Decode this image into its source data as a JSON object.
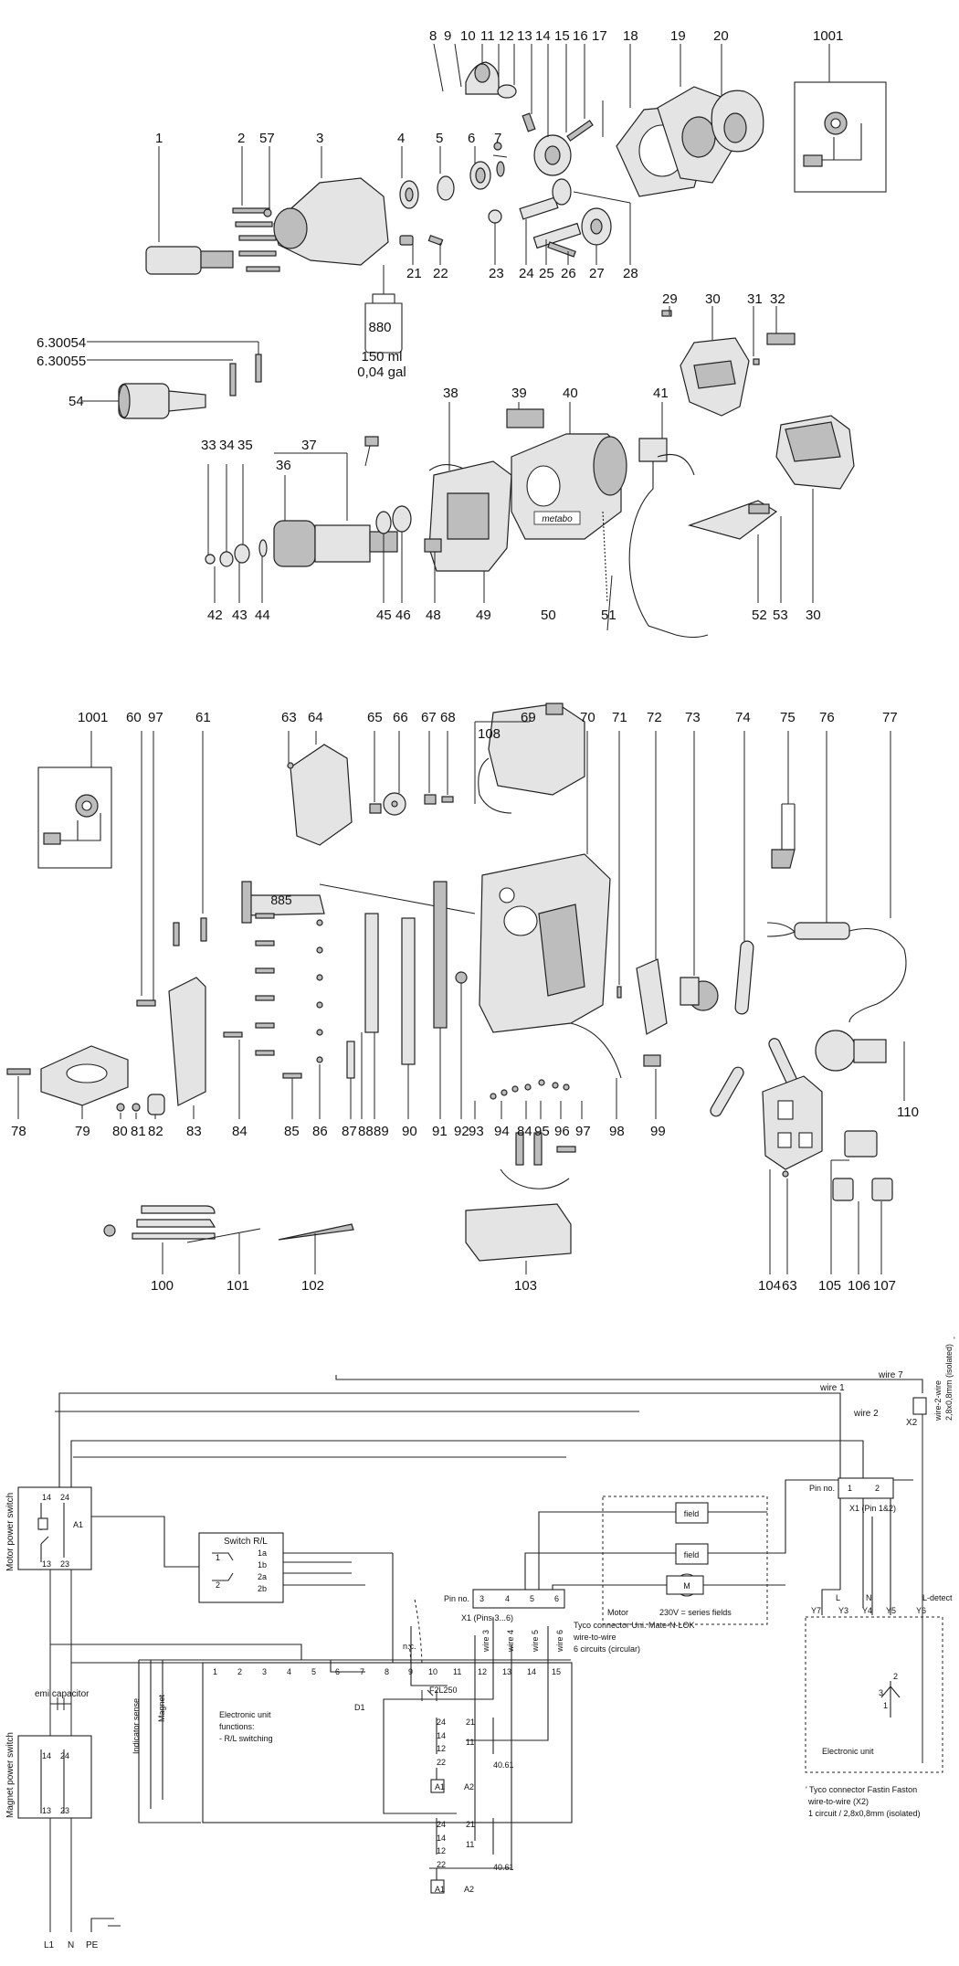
{
  "labels": {
    "p8": "8",
    "p9": "9",
    "p10": "10",
    "p11": "11",
    "p12": "12",
    "p13": "13",
    "p14": "14",
    "p15": "15",
    "p16": "16",
    "p17": "17",
    "p18": "18",
    "p19": "19",
    "p20": "20",
    "p1001a": "1001",
    "p1": "1",
    "p2": "2",
    "p57": "57",
    "p3": "3",
    "p4": "4",
    "p5": "5",
    "p6": "6",
    "p7": "7",
    "p21": "21",
    "p22": "22",
    "p23": "23",
    "p24": "24",
    "p25": "25",
    "p26": "26",
    "p27": "27",
    "p28": "28",
    "p29": "29",
    "p30a": "30",
    "p31": "31",
    "p32": "32",
    "p630054": "6.30054",
    "p630055": "6.30055",
    "p54": "54",
    "p33": "33",
    "p34": "34",
    "p35": "35",
    "p37": "37",
    "p36": "36",
    "p38": "38",
    "p39": "39",
    "p40": "40",
    "p41": "41",
    "p42": "42",
    "p43": "43",
    "p44": "44",
    "p45": "45",
    "p46": "46",
    "p48": "48",
    "p49": "49",
    "p50": "50",
    "p51": "51",
    "p52": "52",
    "p53": "53",
    "p30b": "30",
    "p1001b": "1001",
    "p60": "60",
    "p97a": "97",
    "p61": "61",
    "p63a": "63",
    "p64": "64",
    "p65": "65",
    "p66": "66",
    "p67": "67",
    "p68": "68",
    "p69": "69",
    "p108": "108",
    "p70": "70",
    "p71": "71",
    "p72": "72",
    "p73": "73",
    "p74": "74",
    "p75": "75",
    "p76": "76",
    "p77": "77",
    "p78": "78",
    "p79": "79",
    "p80": "80",
    "p81": "81",
    "p82": "82",
    "p83": "83",
    "p84a": "84",
    "p85": "85",
    "p86": "86",
    "p87": "87",
    "p88": "88",
    "p89": "89",
    "p90": "90",
    "p91": "91",
    "p92": "92",
    "p93": "93",
    "p94": "94",
    "p84b": "84",
    "p95": "95",
    "p96": "96",
    "p97b": "97",
    "p98": "98",
    "p99": "99",
    "p110": "110",
    "p100": "100",
    "p101": "101",
    "p102": "102",
    "p103": "103",
    "p104": "104",
    "p63b": "63",
    "p105": "105",
    "p106": "106",
    "p107": "107"
  },
  "grease_880": {
    "code": "880",
    "volume_ml": "150 ml",
    "volume_gal": "0,04 gal"
  },
  "grease_885": {
    "code": "885"
  },
  "housing_brand": "metabo",
  "schematic": {
    "wire7": "wire 7",
    "wire1": "wire 1",
    "wire2": "wire 2",
    "x2": "X2",
    "wire2wire": "wire-2-wire",
    "wire2wire_spec": "2,8x0,8mm (isolated)",
    "footnote_mark": "'",
    "motor_switch_label": "Motor power switch",
    "magnet_switch_label": "Magnet power switch",
    "c14": "14",
    "c24": "24",
    "c13": "13",
    "c23": "23",
    "a1": "A1",
    "c14b": "14",
    "c24b": "24",
    "c13b": "13",
    "c23b": "23",
    "emi": "emi capacitor",
    "switch_rl": "Switch R/L",
    "t1": "1",
    "t1a": "1a",
    "t1b": "1b",
    "t2": "2",
    "t2a": "2a",
    "t2b": "2b",
    "field1": "field",
    "field2": "field",
    "motor_m": "M",
    "motor": "Motor",
    "motor_note": "230V = series fields",
    "pin_no_x1": "Pin no.",
    "x1p1": "1",
    "x1p2": "2",
    "x1_pin12": "X1 (Pin 1&2)",
    "pin_no_x1b": "Pin no.",
    "x1p3": "3",
    "x1p4": "4",
    "x1p5": "5",
    "x1p6": "6",
    "x1_pins36": "X1 (Pins 3...6)",
    "tyco1": "Tyco connector Uni. Mate-N-LOK",
    "tyco1b": "wire-to-wire",
    "tyco1c": "6 circuits (circular)",
    "ldetect": "L-detect",
    "L": "L",
    "N": "N",
    "y7": "Y7",
    "y3": "Y3",
    "y4": "Y4",
    "y5": "Y5",
    "y6": "Y6",
    "electronic_unit": "Electronic unit",
    "tyco2": "' Tyco connector Fastin Faston",
    "tyco2b": "wire-to-wire (X2)",
    "tyco2c": "1 circuit / 2,8x0,8mm (isolated)",
    "wire3": "wire 3",
    "wire4": "wire 4",
    "wire5": "wire 5",
    "wire6": "wire 6",
    "nc": "n.c.",
    "t_1": "1",
    "t_2": "2",
    "t_3": "3",
    "t_4": "4",
    "t_5": "5",
    "t_6": "6",
    "t_7": "7",
    "t_8": "8",
    "t_9": "9",
    "t_10": "10",
    "t_11": "11",
    "t_12": "12",
    "t_13": "13",
    "t_14": "14",
    "t_15": "15",
    "d1": "D1",
    "fuse": "F2L250",
    "indicator": "Indicator sense",
    "magnet": "Magnet",
    "eu_funcs": "Electronic unit",
    "eu_funcs2": "functions:",
    "eu_funcs3": "- R/L switching",
    "r1_24": "24",
    "r1_21": "21",
    "r1_14": "14",
    "r1_12": "12",
    "r1_11": "11",
    "r1_22": "22",
    "r1_a1": "A1",
    "r1_a2": "A2",
    "r1_type": "40.61",
    "r2_24": "24",
    "r2_21": "21",
    "r2_14": "14",
    "r2_12": "12",
    "r2_11": "11",
    "r2_22": "22",
    "r2_a1": "A1",
    "r2_a2": "A2",
    "r2_type": "40.61",
    "k2": "2",
    "k1": "1",
    "k3": "3",
    "L1": "L1",
    "Nb": "N",
    "PE": "PE"
  }
}
